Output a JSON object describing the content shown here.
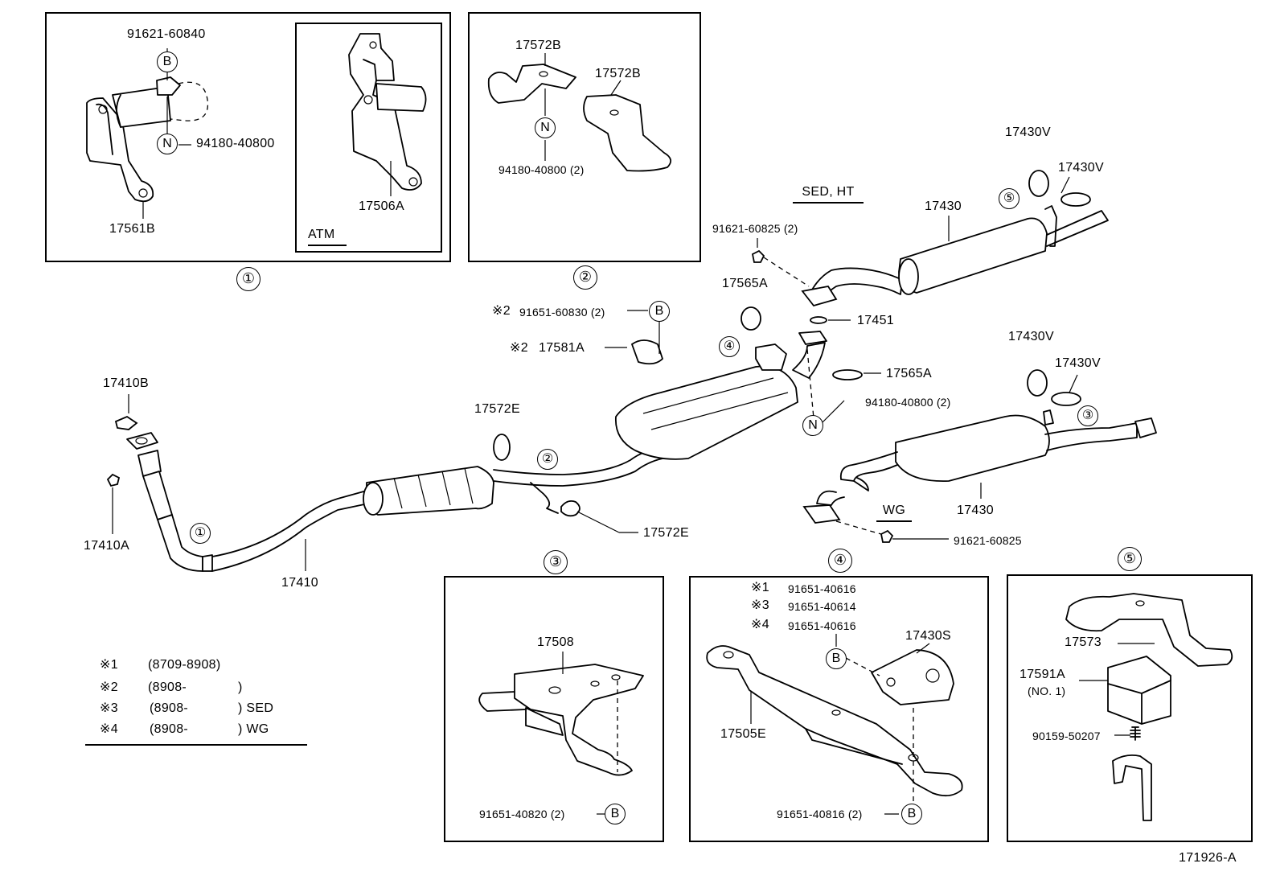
{
  "insets": {
    "i1": {
      "marker": "①",
      "top_bolt": "91621-60840",
      "bolt_key": "B",
      "nut_key": "N",
      "nut": "94180-40800",
      "bracket": "17561B",
      "alt_bracket": "17506A",
      "alt_label": "ATM"
    },
    "i2": {
      "marker": "②",
      "bracket_a": "17572B",
      "bracket_b": "17572B",
      "nut_key": "N",
      "nut": "94180-40800 (2)"
    },
    "i3": {
      "marker": "③",
      "bracket": "17508",
      "bolt": "91651-40820 (2)",
      "bolt_key": "B"
    },
    "i4": {
      "marker": "④",
      "note1_mark": "※1",
      "note1": "91651-40616",
      "note3_mark": "※3",
      "note3": "91651-40614",
      "note4_mark": "※4",
      "note4": "91651-40616",
      "bolt_key": "B",
      "plate": "17430S",
      "bracket": "17505E",
      "bolt2": "91651-40816 (2)",
      "bolt2_key": "B"
    },
    "i5": {
      "marker": "⑤",
      "hanger": "17573",
      "mount": "17591A",
      "mount_sub": "(NO. 1)",
      "bolt": "90159-50207"
    }
  },
  "main": {
    "variant_sed": "SED, HT",
    "variant_wg": "WG",
    "parts": {
      "p17410B": "17410B",
      "p17410A": "17410A",
      "p17410": "17410",
      "p17572E_a": "17572E",
      "p17572E_b": "17572E",
      "p91651_60830_mark": "※2",
      "p91651_60830": "91651-60830 (2)",
      "p91651_60830_key": "B",
      "p17581A_mark": "※2",
      "p17581A": "17581A",
      "p17565A_a": "17565A",
      "p17565A_b": "17565A",
      "p91621_60825_a": "91621-60825 (2)",
      "p17451": "17451",
      "p17430_sed": "17430",
      "p17430V_1": "17430V",
      "p17430V_2": "17430V",
      "p17430V_3": "17430V",
      "p17430V_4": "17430V",
      "p94180_40800": "94180-40800 (2)",
      "p94180_key": "N",
      "p17430_wg": "17430",
      "p91621_60825_b": "91621-60825"
    },
    "refs": {
      "r1": "①",
      "r2": "②",
      "r3": "③",
      "r4": "④",
      "r5": "⑤"
    }
  },
  "legend": [
    {
      "mark": "※1",
      "range": "(8709-8908)",
      "suffix": ""
    },
    {
      "mark": "※2",
      "range": "(8908-",
      "suffix": ")"
    },
    {
      "mark": "※3",
      "range": "(8908-",
      "suffix": ") SED"
    },
    {
      "mark": "※4",
      "range": "(8908-",
      "suffix": ") WG"
    }
  ],
  "diagram_code": "171926-A"
}
